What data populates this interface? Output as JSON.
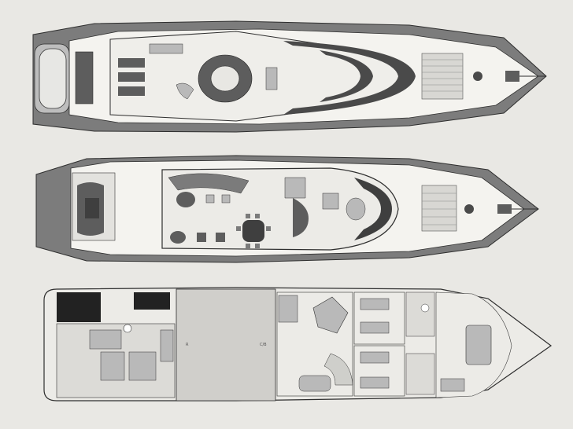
{
  "page": {
    "background": "#e9e8e4"
  },
  "colors": {
    "hull": "#7c7c7c",
    "hull_dark": "#4a4a4a",
    "deck": "#f4f3ef",
    "teak": "#d8d7d3",
    "interior": "#ecebe7",
    "furniture": "#b9b9b9",
    "furniture_dark": "#5d5d5d",
    "line": "#2e2e2e"
  },
  "decks": [
    {
      "id": "sun-deck",
      "kind": "top-view"
    },
    {
      "id": "main-deck",
      "kind": "top-view"
    },
    {
      "id": "lower-deck",
      "kind": "top-view"
    }
  ],
  "room_labels": [
    {
      "text": "R"
    },
    {
      "text": "C/B"
    }
  ]
}
